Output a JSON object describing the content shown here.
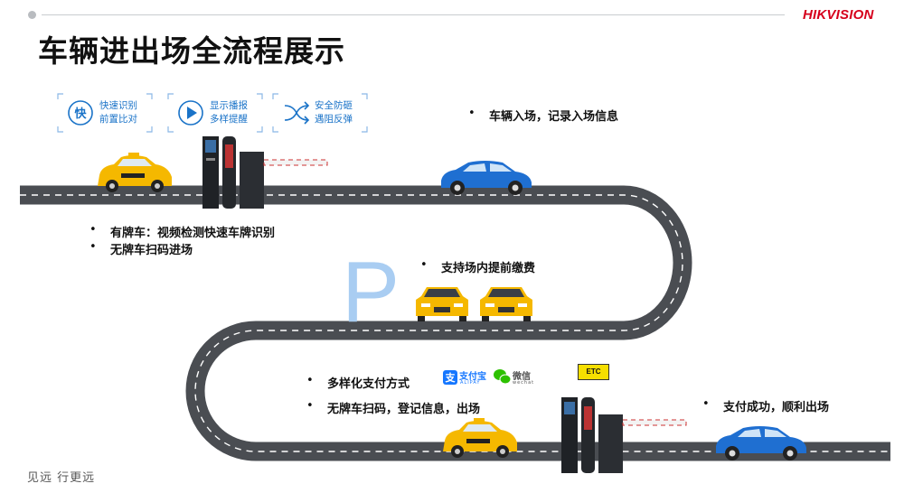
{
  "header": {
    "brand": "HIKVISION",
    "title": "车辆进出场全流程展示"
  },
  "features": [
    {
      "icon": "fast-recognition-icon",
      "icon_text": "快",
      "line1": "快速识别",
      "line2": "前置比对"
    },
    {
      "icon": "play-icon",
      "line1": "显示播报",
      "line2": "多样提醒"
    },
    {
      "icon": "shuffle-icon",
      "line1": "安全防砸",
      "line2": "遇阻反弹"
    }
  ],
  "bullets": {
    "entry": "车辆入场，记录入场信息",
    "plate_car": "有牌车：视频检测快速车牌识别",
    "no_plate_entry": "无牌车扫码进场",
    "prepay": "支持场内提前缴费",
    "payment_methods": "多样化支付方式",
    "no_plate_exit": "无牌车扫码，登记信息，出场",
    "exit": "支付成功，顺利出场"
  },
  "parking_letter": "P",
  "payment": {
    "alipay": "支付宝",
    "alipay_sub": "ALIPAY",
    "wechat": "微信",
    "wechat_sub": "wechat"
  },
  "etc_label": "ETC",
  "footer": "见远 行更远",
  "colors": {
    "brand": "#d6001c",
    "road": "#4a4d52",
    "accent_blue": "#1a73c8",
    "taxi": "#f5b800",
    "car_blue": "#1f6fd1"
  }
}
